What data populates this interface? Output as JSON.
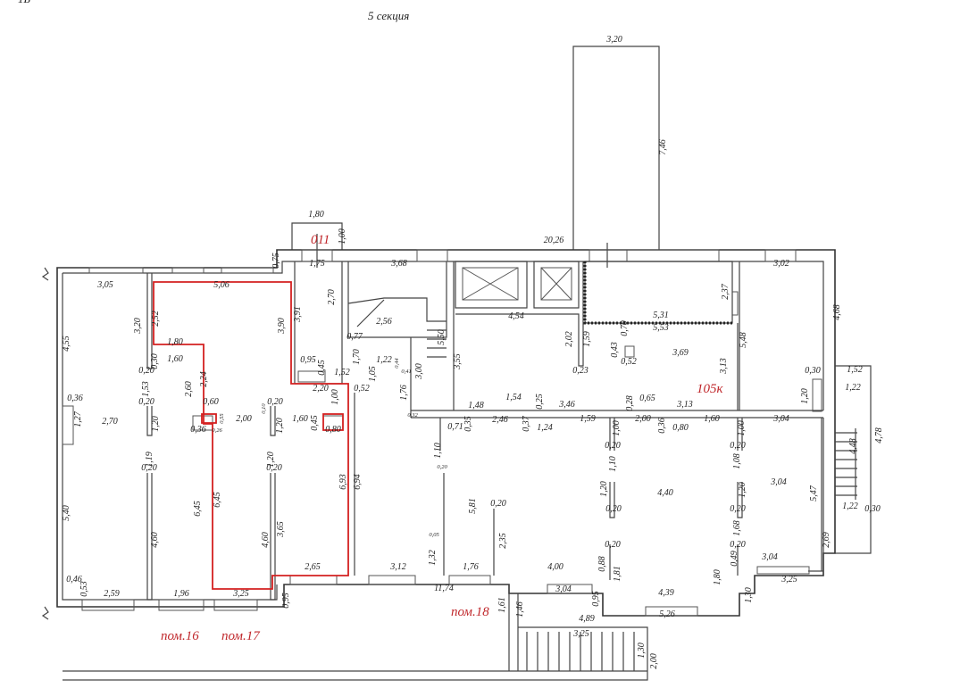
{
  "header": {
    "corner_mark": "1Б",
    "section_title": "5 секция"
  },
  "rooms": {
    "r011": "011",
    "r105k": "105к",
    "pom16": "пом.16",
    "pom17": "пом.17",
    "pom18": "пом.18"
  },
  "colors": {
    "highlight": "#d42020",
    "label_red": "#c0282c",
    "wall": "#444444"
  },
  "dimensions": [
    "3,20",
    "7,46",
    "1,80",
    "1,00",
    "20,26",
    "0,75",
    "1,75",
    "3,68",
    "3,02",
    "4,68",
    "3,05",
    "5,06",
    "2,70",
    "3,91",
    "3,90",
    "3,20",
    "2,52",
    "4,55",
    "2,56",
    "5,50",
    "3,55",
    "4,54",
    "2,37",
    "5,31",
    "5,53",
    "0,70",
    "2,02",
    "1,59",
    "5,48",
    "0,43",
    "0,52",
    "3,69",
    "3,13",
    "0,23",
    "0,30",
    "1,52",
    "1,22",
    "1,20",
    "1,80",
    "1,60",
    "0,30",
    "0,20",
    "2,24",
    "2,60",
    "1,53",
    "0,77",
    "1,70",
    "0,95",
    "0,45",
    "1,52",
    "1,22",
    "0,44",
    "0,41",
    "1,05",
    "3,00",
    "2,20",
    "1,00",
    "0,52",
    "1,76",
    "0,36",
    "1,27",
    "2,70",
    "0,20",
    "1,20",
    "0,60",
    "0,55",
    "0,36",
    "0,26",
    "2,00",
    "0,10",
    "0,20",
    "1,20",
    "1,60",
    "0,45",
    "0,80",
    "1,48",
    "1,54",
    "0,25",
    "3,46",
    "0,28",
    "0,65",
    "3,13",
    "0,32",
    "0,71",
    "0,35",
    "2,46",
    "0,37",
    "1,24",
    "1,59",
    "1,00",
    "2,00",
    "0,36",
    "0,80",
    "1,60",
    "1,00",
    "3,04",
    "0,20",
    "0,20",
    "1,10",
    "0,20",
    "1,19",
    "0,20",
    "1,20",
    "0,20",
    "1,10",
    "1,08",
    "4,48",
    "4,78",
    "1,20",
    "4,40",
    "1,20",
    "3,04",
    "5,47",
    "1,22",
    "0,30",
    "0,20",
    "0,20",
    "6,93",
    "6,94",
    "6,45",
    "6,45",
    "5,40",
    "5,81",
    "0,20",
    "3,65",
    "4,60",
    "4,60",
    "2,35",
    "1,68",
    "2,69",
    "0,05",
    "0,20",
    "0,20",
    "0,49",
    "1,32",
    "0,88",
    "1,81",
    "1,80",
    "3,04",
    "2,65",
    "3,12",
    "1,76",
    "4,00",
    "3,25",
    "0,46",
    "0,53",
    "2,59",
    "1,96",
    "3,25",
    "0,95",
    "11,74",
    "3,04",
    "0,95",
    "4,39",
    "1,30",
    "1,61",
    "1,46",
    "5,26",
    "4,89",
    "3,25",
    "1,30",
    "2,00"
  ]
}
